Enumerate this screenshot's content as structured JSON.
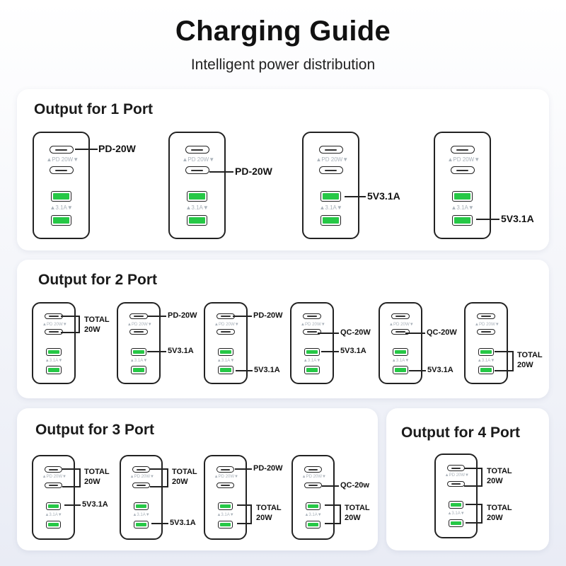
{
  "header": {
    "title": "Charging Guide",
    "subtitle": "Intelligent power distribution"
  },
  "charger_markings": {
    "pd": "▲PD 20W▼",
    "usb": "▲3.1A▼"
  },
  "colors": {
    "usb_port": "#26c846",
    "panel": "#ffffff",
    "background": "#e9ecf5"
  },
  "sections": {
    "one_port": {
      "heading": "Output for 1 Port",
      "labels": {
        "c1": "PD-20W",
        "c2": "PD-20W",
        "a1": "5V3.1A",
        "a2": "5V3.1A"
      }
    },
    "two_port": {
      "heading": "Output for 2 Port",
      "labels": {
        "total": "TOTAL",
        "total_w": "20W",
        "pd1": "PD-20W",
        "a2_1": "5V3.1A",
        "pd2": "PD-20W",
        "a2_2": "5V3.1A",
        "qc1": "QC-20W",
        "a1_1": "5V3.1A",
        "qc2": "QC-20W",
        "a2_3": "5V3.1A",
        "total2": "TOTAL",
        "total2_w": "20W"
      }
    },
    "three_port": {
      "heading": "Output for 3 Port",
      "labels": {
        "total": "TOTAL",
        "total_w": "20W",
        "a1_1": "5V3.1A",
        "a2_1": "5V3.1A",
        "pd": "PD-20W",
        "qc": "QC-20w"
      }
    },
    "four_port": {
      "heading": "Output for 4 Port",
      "labels": {
        "total": "TOTAL",
        "total_w": "20W"
      }
    }
  }
}
